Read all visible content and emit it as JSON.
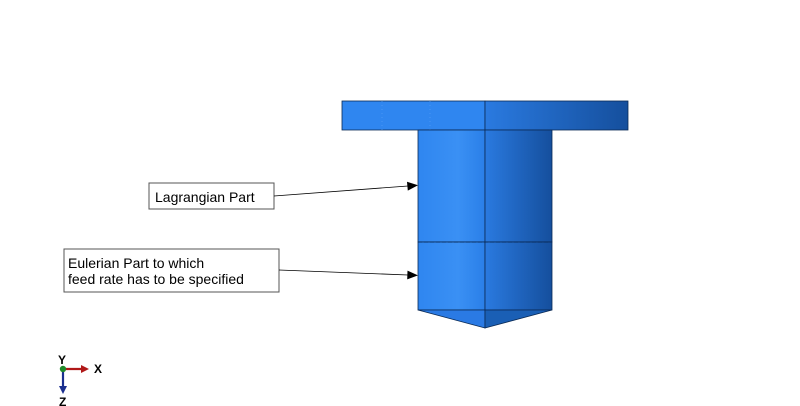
{
  "annotations": {
    "lagrangian": "Lagrangian Part",
    "eulerian_line1": "Eulerian Part to which",
    "eulerian_line2": "feed rate has to be specified"
  },
  "triad": {
    "x_label": "X",
    "y_label": "Y",
    "z_label": "Z"
  },
  "colors": {
    "part_light": "#3a8cf0",
    "part_mid": "#1f6fd6",
    "part_dark": "#155aad",
    "edge": "#0a2a55",
    "x_axis": "#b01818",
    "y_axis": "#1f8a2a",
    "z_axis": "#1a2f8f"
  }
}
